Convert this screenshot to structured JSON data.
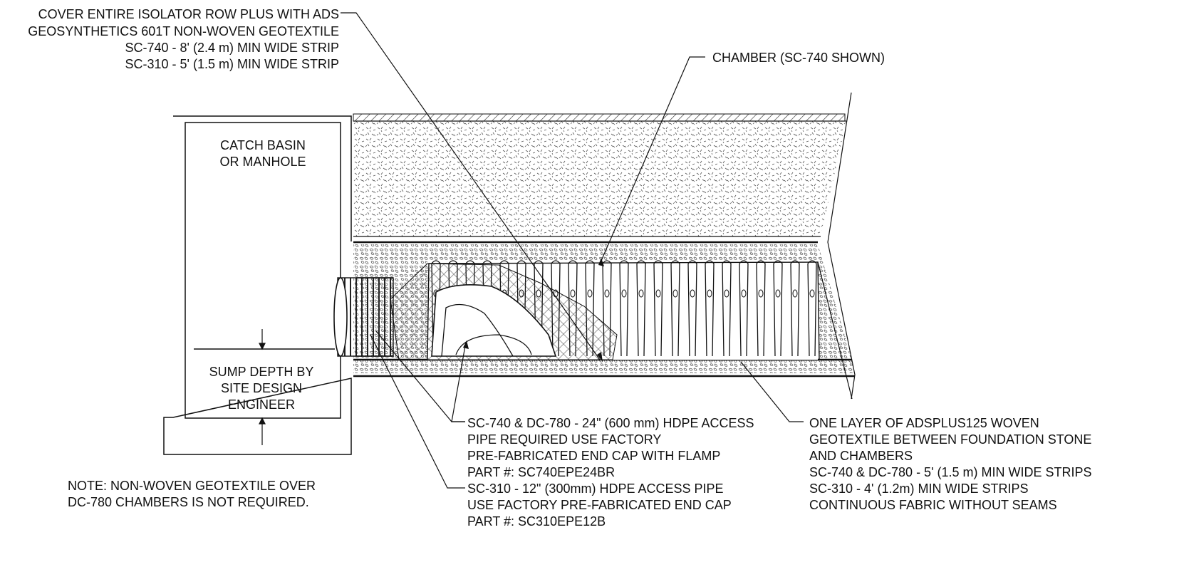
{
  "labels": {
    "cover_note": [
      "COVER ENTIRE ISOLATOR ROW  PLUS WITH ADS",
      "GEOSYNTHETICS 601T NON-WOVEN GEOTEXTILE",
      "SC-740 - 8' (2.4 m) MIN WIDE STRIP",
      "SC-310 - 5' (1.5 m) MIN WIDE STRIP"
    ],
    "chamber": "CHAMBER (SC-740 SHOWN)",
    "basin": [
      "CATCH BASIN",
      "OR MANHOLE"
    ],
    "sump": [
      "SUMP DEPTH BY",
      "SITE DESIGN",
      "ENGINEER"
    ],
    "access_pipe": [
      "SC-740 & DC-780 - 24\" (600 mm) HDPE ACCESS",
      "PIPE REQUIRED USE FACTORY",
      "PRE-FABRICATED END CAP WITH FLAMP",
      "PART #: SC740EPE24BR",
      "SC-310 - 12\" (300mm) HDPE ACCESS PIPE",
      "USE FACTORY PRE-FABRICATED END CAP",
      "PART #: SC310EPE12B"
    ],
    "woven_note": [
      "ONE LAYER OF ADSPLUS125 WOVEN",
      "GEOTEXTILE BETWEEN FOUNDATION STONE",
      "AND CHAMBERS",
      "SC-740 & DC-780 - 5' (1.5 m) MIN WIDE STRIPS",
      "SC-310 - 4' (1.2m) MIN WIDE STRIPS",
      "CONTINUOUS FABRIC WITHOUT SEAMS"
    ],
    "note": [
      "NOTE: NON-WOVEN GEOTEXTILE OVER",
      "DC-780 CHAMBERS IS NOT REQUIRED."
    ]
  }
}
